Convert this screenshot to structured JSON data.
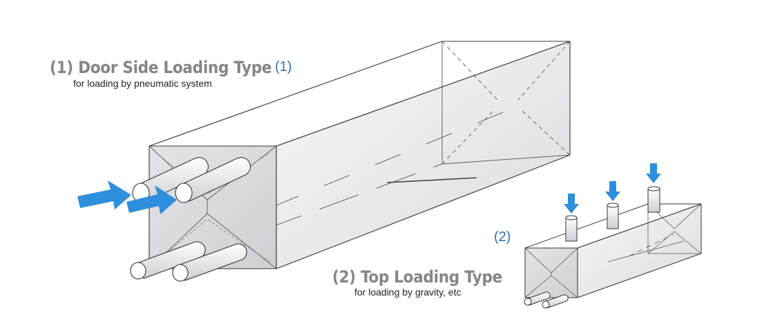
{
  "door_side": {
    "title": "(1) Door Side Loading Type",
    "subtitle": "for loading by pneumatic system",
    "number": "(1)"
  },
  "top_loading": {
    "title": "(2) Top Loading Type",
    "subtitle": "for loading by gravity, etc",
    "number": "(2)"
  },
  "colors": {
    "arrow": "#2e8fdd",
    "title": "#858585",
    "number": "#2a6fb7",
    "line": "#333333",
    "face_dark": "#d9d9dc",
    "face_light": "#f6f6f8"
  },
  "icons": [
    "pneumatic-arrow-icon",
    "gravity-arrow-icon",
    "loading-tube-icon"
  ]
}
